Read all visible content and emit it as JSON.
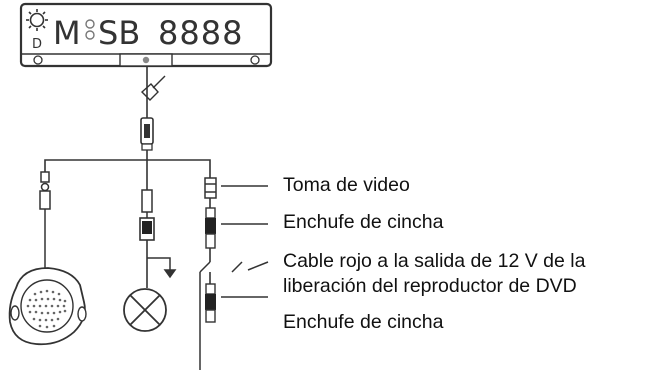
{
  "device": {
    "display_mode_letter": "M",
    "display_prefix": "SB",
    "display_digits": "8888",
    "indicator_letter": "D"
  },
  "labels": {
    "video_jack": "Toma de video",
    "rca_plug_1": "Enchufe de cincha",
    "red_cable_line1": "Cable rojo a la salida de 12 V de la",
    "red_cable_line2": "liberación del reproductor de DVD",
    "rca_plug_2": "Enchufe de cincha"
  },
  "components": {
    "speaker_icon": "speaker-icon",
    "lamp_icon": "lamp-icon",
    "ground_icon": "ground-icon",
    "fuse_icon": "fuse-icon"
  }
}
